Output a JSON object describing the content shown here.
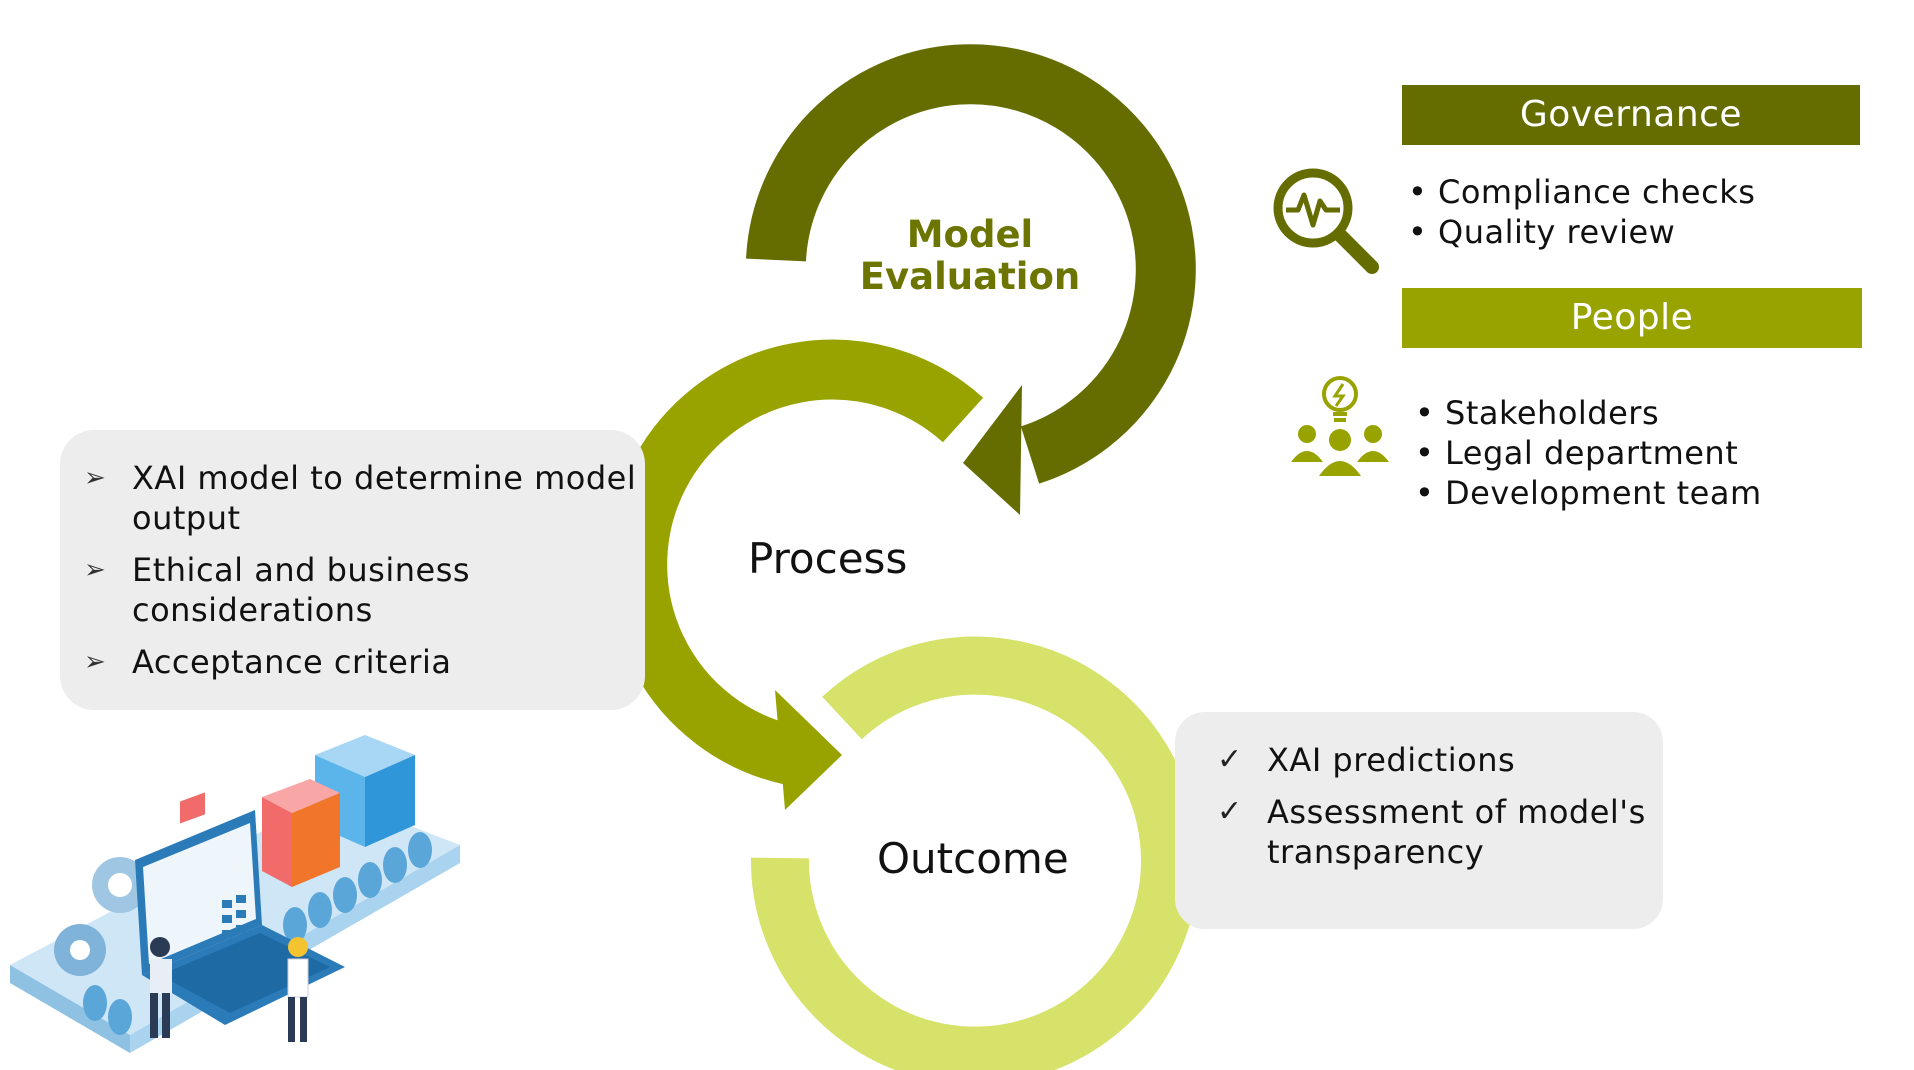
{
  "cycle": {
    "model_evaluation": "Model\nEvaluation",
    "process": "Process",
    "outcome": "Outcome"
  },
  "process_box": {
    "items": [
      "XAI model to determine model output",
      "Ethical and business considerations",
      "Acceptance criteria"
    ]
  },
  "outcome_box": {
    "items": [
      "XAI predictions",
      "Assessment of model's transparency"
    ]
  },
  "governance": {
    "title": "Governance",
    "items": [
      "Compliance checks",
      "Quality review"
    ],
    "icon": "magnifier-pulse-icon"
  },
  "people": {
    "title": "People",
    "items": [
      "Stakeholders",
      "Legal department",
      "Development team"
    ],
    "icon": "team-idea-icon"
  },
  "colors": {
    "dark_olive": "#656d00",
    "olive": "#98a300",
    "light_lime": "#d6e26a"
  }
}
